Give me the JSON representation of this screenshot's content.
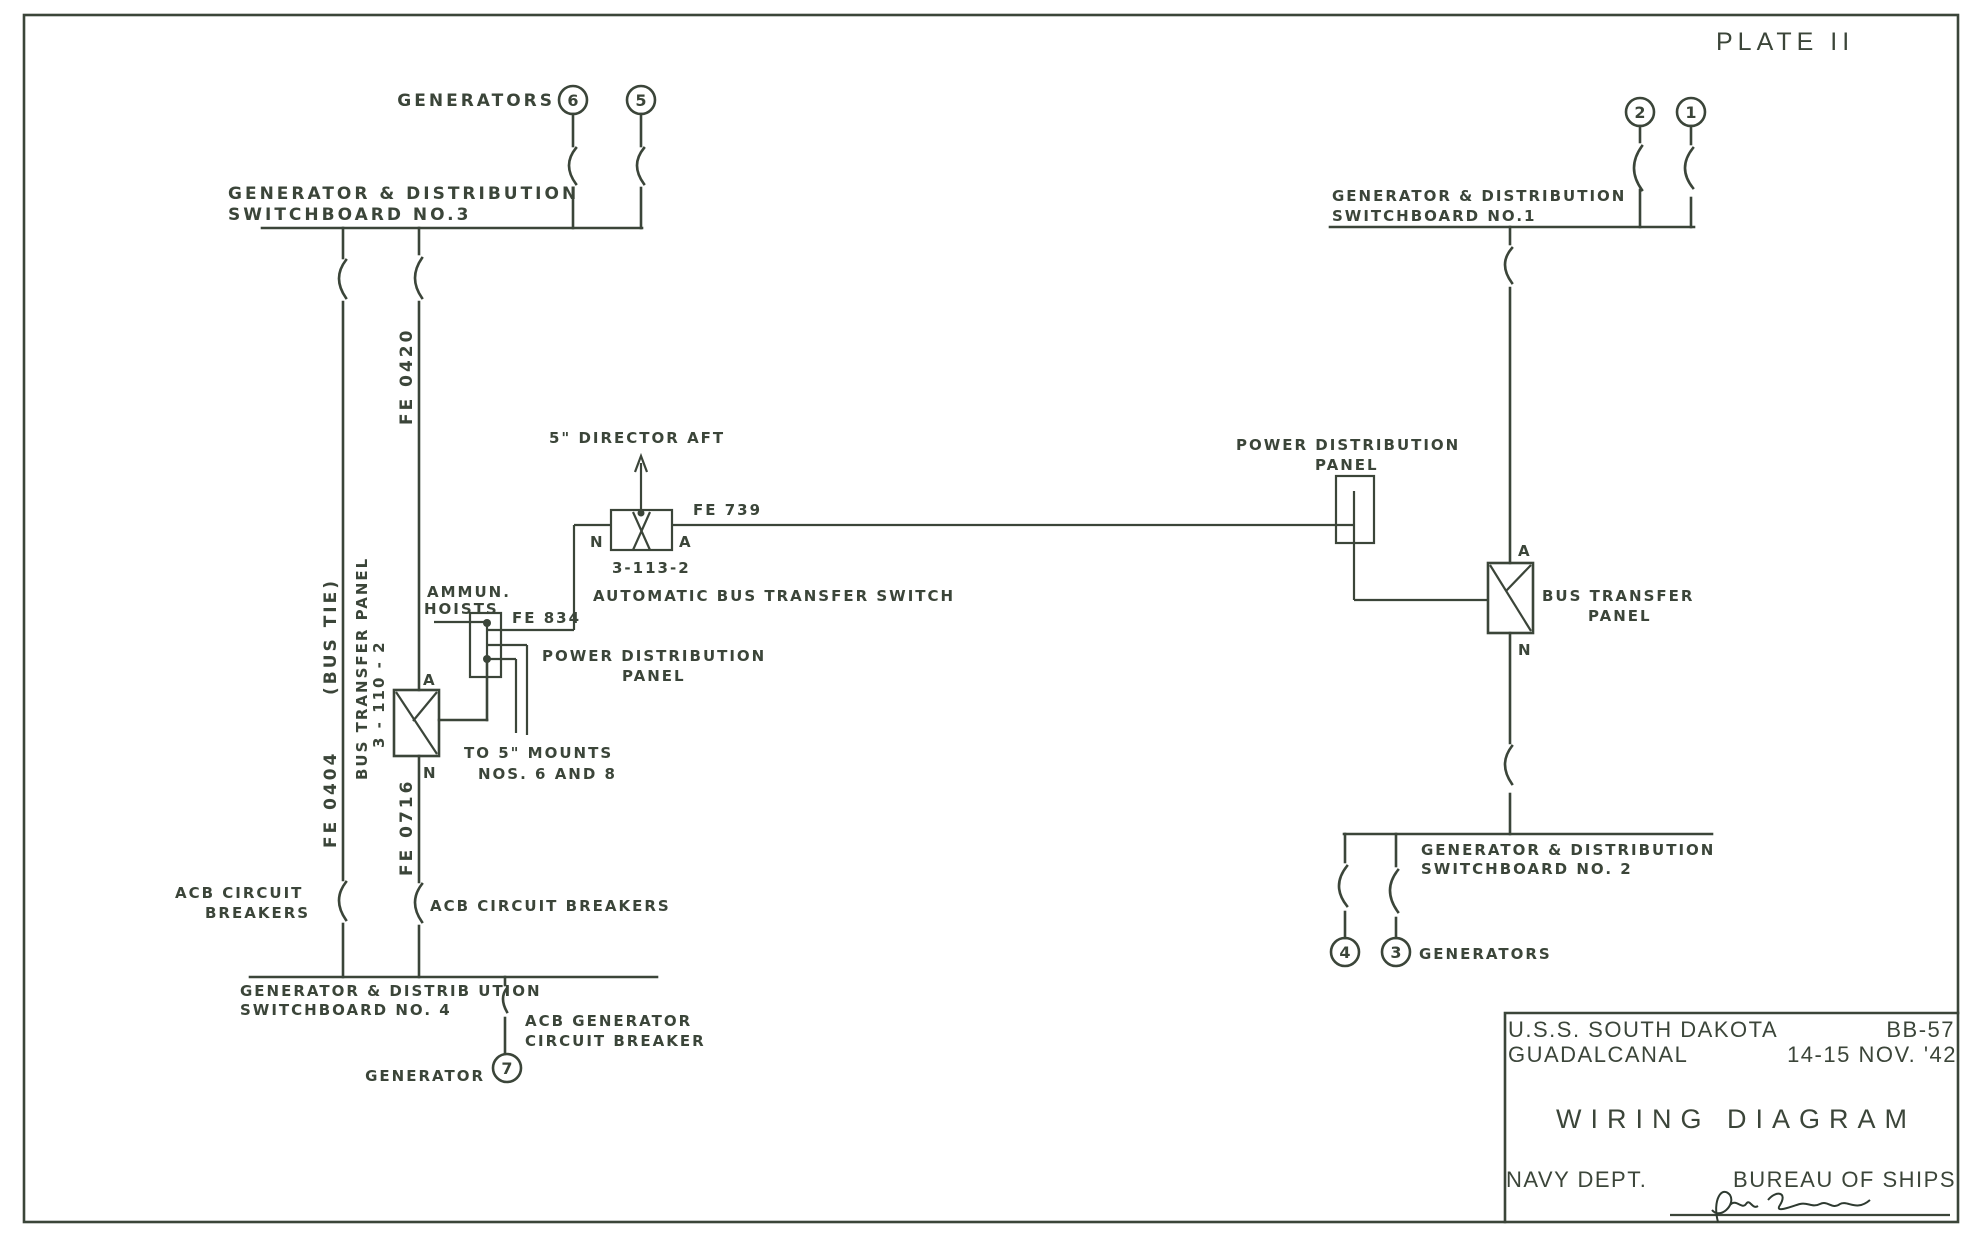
{
  "plate": "PLATE II",
  "generators": {
    "g1": "1",
    "g2": "2",
    "g3": "3",
    "g4": "4",
    "g5": "5",
    "g6": "6",
    "g7": "7"
  },
  "labels": {
    "generators_top": "GENERATORS",
    "generators_bottom": "GENERATORS",
    "generator_single": "GENERATOR",
    "sb3_line1": "GENERATOR & DISTRIBUTION",
    "sb3_line2": "SWITCHBOARD NO.3",
    "sb1_line1": "GENERATOR & DISTRIBUTION",
    "sb1_line2": "SWITCHBOARD NO.1",
    "sb2_line1": "GENERATOR & DISTRIBUTION",
    "sb2_line2": "SWITCHBOARD NO. 2",
    "sb4_line1": "GENERATOR & DISTRIB UTION",
    "sb4_line2": "SWITCHBOARD NO. 4",
    "fe0420": "FE 0420",
    "fe0404": "FE 0404",
    "bus_tie": "(BUS TIE)",
    "btp_left_line1": "BUS TRANSFER PANEL",
    "btp_left_line2": "3 - 110 - 2",
    "fe0716": "FE 0716",
    "ammun_line1": "AMMUN.",
    "ammun_line2": "HOISTS",
    "fe834": "FE 834",
    "pdp_left_line1": "POWER DISTRIBUTION",
    "pdp_left_line2": "PANEL",
    "mounts_line1": "TO 5\" MOUNTS",
    "mounts_line2": "NOS. 6 AND 8",
    "director": "5\" DIRECTOR AFT",
    "fe739": "FE 739",
    "abt_n": "N",
    "abt_a": "A",
    "abt_id": "3-113-2",
    "abt_name": "AUTOMATIC BUS TRANSFER SWITCH",
    "btp_left_a": "A",
    "btp_left_n": "N",
    "pdp_right_line1": "POWER DISTRIBUTION",
    "pdp_right_line2": "PANEL",
    "btp_right_a": "A",
    "btp_right_n": "N",
    "btp_right_line1": "BUS TRANSFER",
    "btp_right_line2": "PANEL",
    "acb_left_line1": "ACB CIRCUIT",
    "acb_left_line2": "BREAKERS",
    "acb_right": "ACB CIRCUIT BREAKERS",
    "acb_gen_line1": "ACB GENERATOR",
    "acb_gen_line2": "CIRCUIT BREAKER"
  },
  "title_block": {
    "ship": "U.S.S. SOUTH DAKOTA",
    "hull": "BB-57",
    "location": "GUADALCANAL",
    "date": "14-15 NOV. '42",
    "title": "WIRING DIAGRAM",
    "dept": "NAVY DEPT.",
    "bureau": "BUREAU OF SHIPS"
  }
}
